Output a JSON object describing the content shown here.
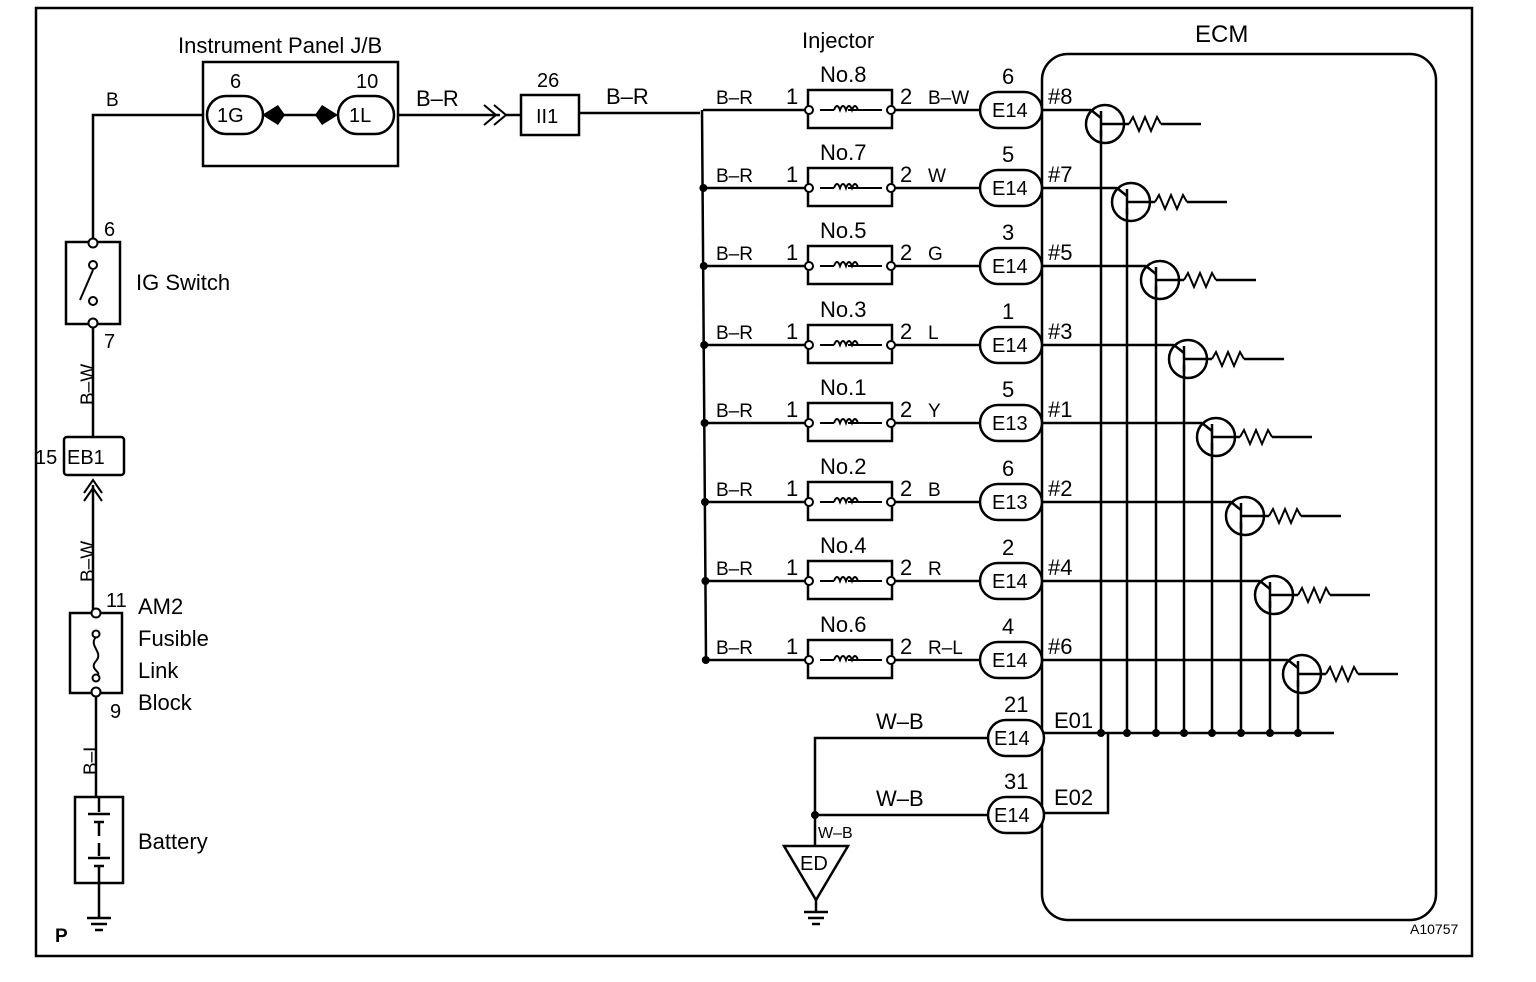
{
  "ecm": {
    "label": "ECM"
  },
  "jb": {
    "title": "Instrument Panel J/B",
    "pin_left": "6",
    "conn_left": "1G",
    "pin_right": "10",
    "conn_right": "1L"
  },
  "ii1": {
    "pin": "26",
    "label": "II1"
  },
  "injector_header": "Injector",
  "wires": {
    "battery_to_jb": "B",
    "jb_out": "B–R",
    "ii1_out": "B–R",
    "ig_to_eb1": "B–W",
    "eb1_to_am2": "B–W",
    "am2_to_battery": "B–L",
    "e01_ground": "W–B",
    "e02_ground": "W–B",
    "ed_ground": "W–B"
  },
  "ig_switch": {
    "label": "IG Switch",
    "pin_top": "6",
    "pin_bottom": "7"
  },
  "eb1": {
    "label": "EB1",
    "pin": "15"
  },
  "am2": {
    "line1": "AM2",
    "line2": "Fusible",
    "line3": "Link",
    "line4": "Block",
    "pin_top": "11",
    "pin_bottom": "9"
  },
  "battery": {
    "label": "Battery"
  },
  "ed": {
    "label": "ED"
  },
  "footer": {
    "left": "P",
    "right": "A10757"
  },
  "injectors": [
    {
      "name": "No.8",
      "in_wire": "B–R",
      "pin_in": "1",
      "pin_out": "2",
      "out_wire": "B–W",
      "ecm_pin": "6",
      "connector": "E14",
      "signal": "#8"
    },
    {
      "name": "No.7",
      "in_wire": "B–R",
      "pin_in": "1",
      "pin_out": "2",
      "out_wire": "W",
      "ecm_pin": "5",
      "connector": "E14",
      "signal": "#7"
    },
    {
      "name": "No.5",
      "in_wire": "B–R",
      "pin_in": "1",
      "pin_out": "2",
      "out_wire": "G",
      "ecm_pin": "3",
      "connector": "E14",
      "signal": "#5"
    },
    {
      "name": "No.3",
      "in_wire": "B–R",
      "pin_in": "1",
      "pin_out": "2",
      "out_wire": "L",
      "ecm_pin": "1",
      "connector": "E14",
      "signal": "#3"
    },
    {
      "name": "No.1",
      "in_wire": "B–R",
      "pin_in": "1",
      "pin_out": "2",
      "out_wire": "Y",
      "ecm_pin": "5",
      "connector": "E13",
      "signal": "#1"
    },
    {
      "name": "No.2",
      "in_wire": "B–R",
      "pin_in": "1",
      "pin_out": "2",
      "out_wire": "B",
      "ecm_pin": "6",
      "connector": "E13",
      "signal": "#2"
    },
    {
      "name": "No.4",
      "in_wire": "B–R",
      "pin_in": "1",
      "pin_out": "2",
      "out_wire": "R",
      "ecm_pin": "2",
      "connector": "E14",
      "signal": "#4"
    },
    {
      "name": "No.6",
      "in_wire": "B–R",
      "pin_in": "1",
      "pin_out": "2",
      "out_wire": "R–L",
      "ecm_pin": "4",
      "connector": "E14",
      "signal": "#6"
    }
  ],
  "grounds": [
    {
      "ecm_pin": "21",
      "connector": "E14",
      "signal": "E01"
    },
    {
      "ecm_pin": "31",
      "connector": "E14",
      "signal": "E02"
    }
  ]
}
